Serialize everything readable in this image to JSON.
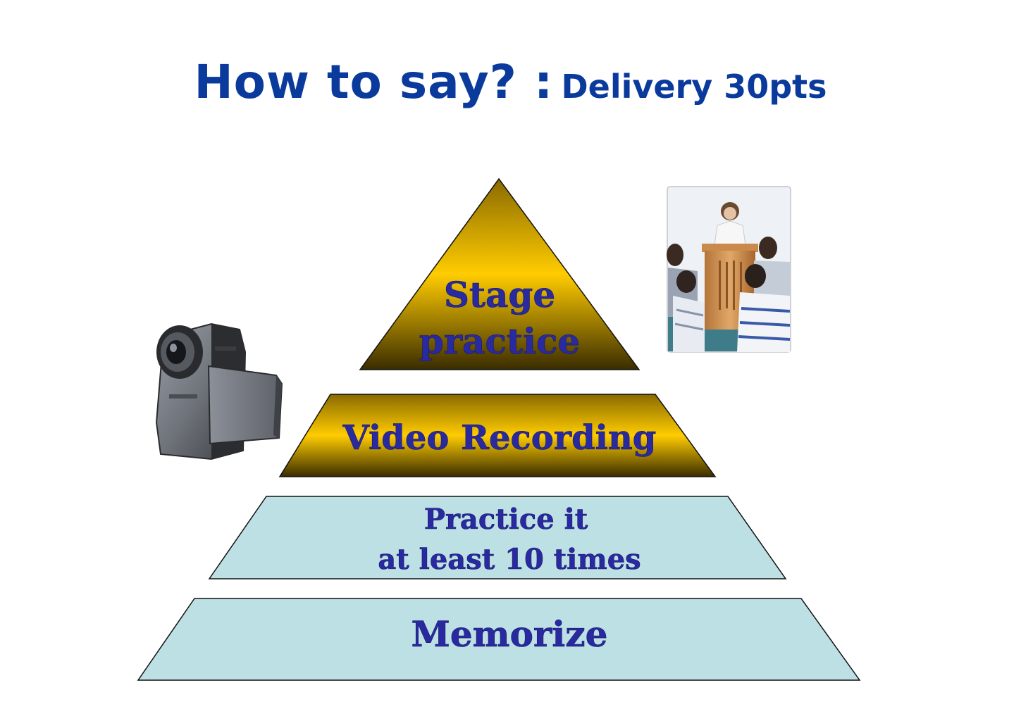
{
  "title": {
    "main": "How to say? :",
    "sub": "Delivery 30pts"
  },
  "pyramid": {
    "tiers": [
      {
        "lines": [
          "Stage",
          "practice"
        ],
        "fill": "gold"
      },
      {
        "lines": [
          "Video Recording"
        ],
        "fill": "gold"
      },
      {
        "lines": [
          "Practice it",
          "at least 10 times"
        ],
        "fill": "#bde0e4"
      },
      {
        "lines": [
          "Memorize"
        ],
        "fill": "#bde0e4"
      }
    ]
  },
  "colors": {
    "title": "#0a3a9c",
    "label": "#2a2aa0",
    "gold_top": "#8a6a00",
    "gold_mid": "#ffcc00",
    "gold_bottom": "#3a2c00",
    "light_blue": "#bde0e4"
  },
  "illustrations": [
    "video-camera-icon",
    "speaker-at-podium-photo"
  ]
}
